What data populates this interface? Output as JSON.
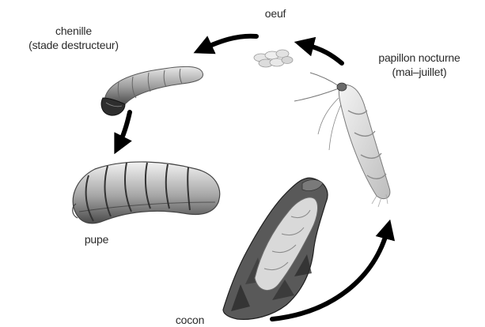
{
  "labels": {
    "oeuf": "oeuf",
    "chenille_line1": "chenille",
    "chenille_line2": "(stade destructeur)",
    "papillon_line1": "papillon nocturne",
    "papillon_line2": "(mai–juillet)",
    "pupe": "pupe",
    "cocon": "cocon"
  },
  "colors": {
    "arrow": "#000000",
    "text": "#2b2b2b",
    "body_dark": "#3a3a3a",
    "body_mid": "#8a8a8a",
    "body_light": "#d9d9d9"
  },
  "cycle_order": [
    "oeuf",
    "chenille",
    "pupe",
    "cocon",
    "papillon nocturne"
  ]
}
